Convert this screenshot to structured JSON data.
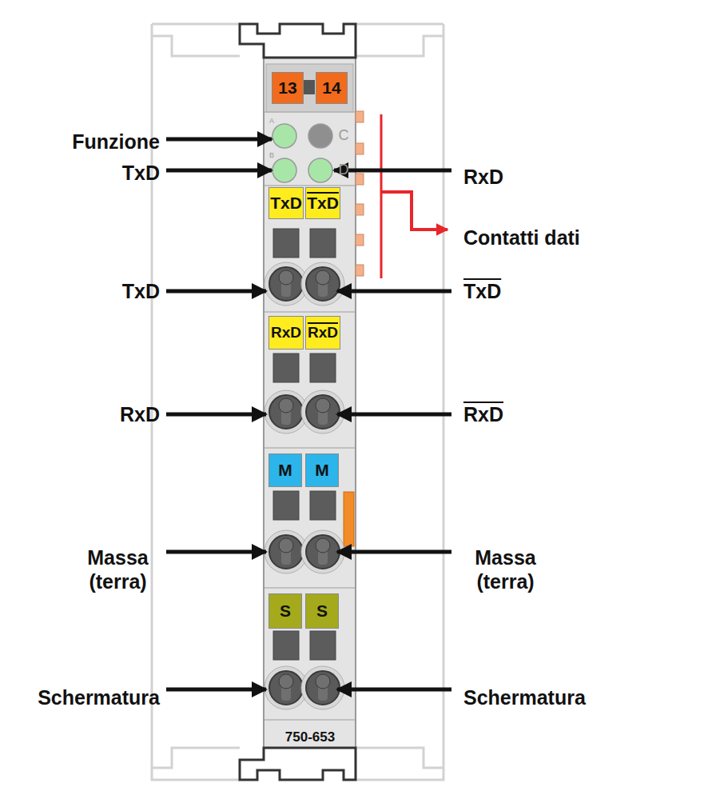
{
  "diagram": {
    "nodes": [
      {
        "text": [
          "13"
        ]
      },
      {
        "text": [
          "14"
        ]
      },
      {
        "text": [
          "TxD"
        ]
      },
      {
        "text": [
          "TxD"
        ]
      },
      {
        "text": [
          "RxD"
        ]
      },
      {
        "text": [
          "RxD"
        ]
      },
      {
        "text": [
          "M"
        ]
      },
      {
        "text": [
          "M"
        ]
      },
      {
        "text": [
          "S"
        ]
      },
      {
        "text": [
          "S"
        ]
      }
    ],
    "labels": [
      "Funzione",
      "TxD",
      "RxD",
      "Contatti dati",
      "TxD",
      "TxD",
      "RxD",
      "RxD",
      "Massa (terra)",
      "Massa (terra)",
      "Schermatura",
      "Schermatura",
      "A",
      "B",
      "C",
      "D",
      "750-653"
    ]
  }
}
